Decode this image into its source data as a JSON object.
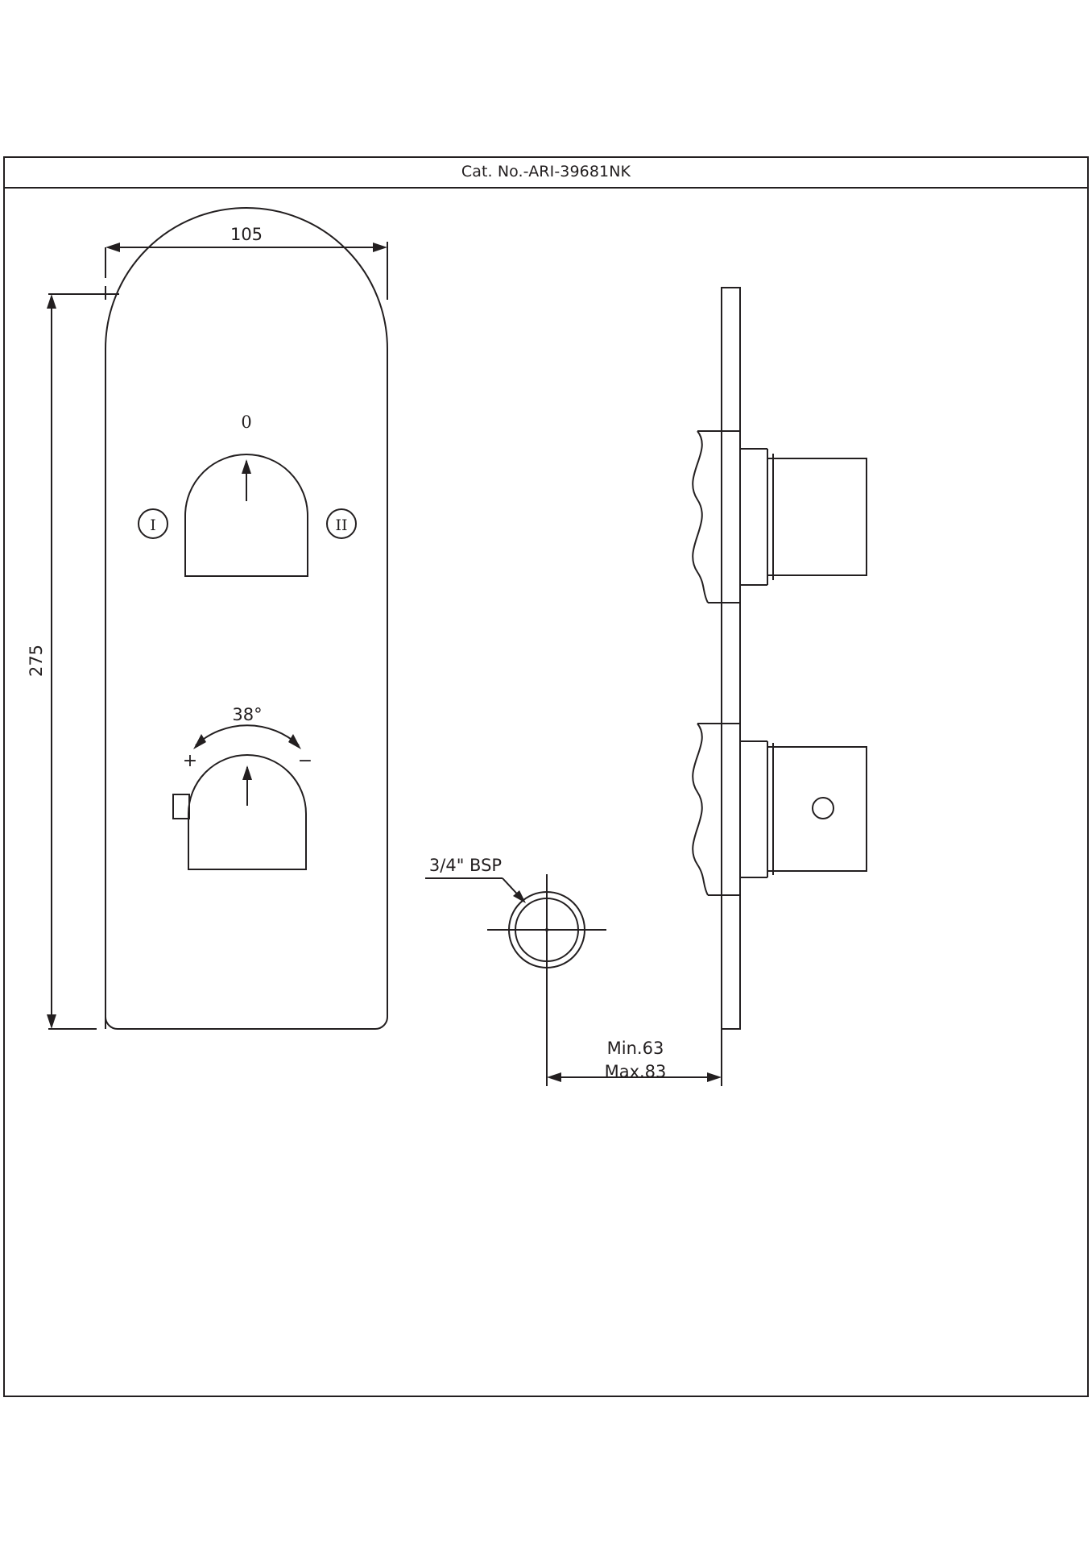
{
  "title": {
    "catalog_label": "Cat. No.-ARI-39681NK"
  },
  "drawing": {
    "dimensions": {
      "width_mm": "105",
      "height_mm": "275",
      "min_depth": "Min.63",
      "max_depth": "Max.83"
    },
    "labels": {
      "zero_marker": "0",
      "port_one": "I",
      "port_two": "II",
      "temperature_limit": "38°",
      "plus_sign": "+",
      "minus_sign": "−",
      "thread_size": "3/4\" BSP"
    },
    "colors": {
      "line": "#231f20",
      "background": "#ffffff"
    }
  }
}
